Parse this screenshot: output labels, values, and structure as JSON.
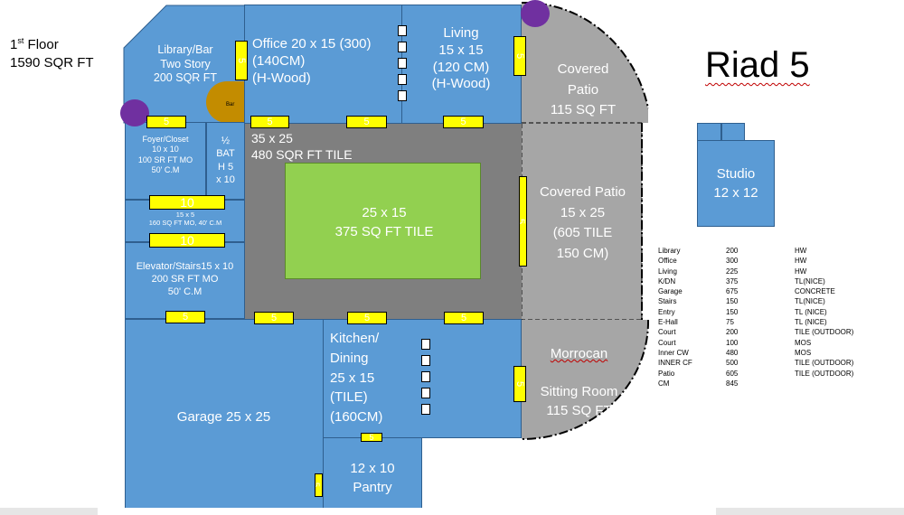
{
  "floor": {
    "line1_base": "1",
    "line1_sup": "st",
    "line1_rest": " Floor",
    "line2": "1590 SQR FT"
  },
  "title": "Riad 5",
  "rooms": {
    "library": "Library/Bar\nTwo Story\n200 SQR FT",
    "bar": "Bar",
    "office": "Office 20 x 15 (300)\n(140CM)\n(H-Wood)",
    "living": "Living\n15 x 15\n(120 CM)\n(H-Wood)",
    "covered_patio_top": "Covered\nPatio\n115 SQ FT",
    "foyer": "Foyer/Closet\n10 x 10\n100 SR FT MO\n50' C.M",
    "half_bath": "½\nBAT\nH 5\nx 10",
    "hall": "15 x 5\n160 SQ FT MO, 40' C.M",
    "courtyard": "35 x 25\n480 SQR FT TILE",
    "inner_court": "25 x 15\n375 SQ FT TILE",
    "covered_patio_right": "Covered Patio\n15 x 25\n(605 TILE\n150 CM)",
    "elevator": "Elevator/Stairs15 x 10\n200 SR FT MO\n50' C.M",
    "garage": "Garage 25 x 25",
    "kitchen": "Kitchen/\nDining\n25 x 15\n(TILE)\n(160CM)",
    "morrocan_title": "Morrocan",
    "morrocan_rest": "Sitting Room\n115 SQ FT",
    "pantry": "12 x 10\nPantry",
    "studio": "Studio\n12 x 12"
  },
  "doors": {
    "five": "5",
    "ten": "10"
  },
  "legend": {
    "names": [
      "Library",
      "Office",
      "Living",
      "K/DN",
      "Garage",
      "Stairs",
      "Entry",
      "E-Hall",
      "Court",
      "Court",
      "Inner CW",
      "INNER CF",
      "Patio",
      "CM"
    ],
    "values": [
      "200",
      "300",
      "225",
      "375",
      "675",
      "150",
      "150",
      "75",
      "200",
      "100",
      "480",
      "500",
      "605",
      "845"
    ],
    "materials": [
      "HW",
      "HW",
      "HW",
      "TL(NICE)",
      "CONCRETE",
      "TL(NICE)",
      "TL (NICE)",
      "TL (NICE)",
      "TILE (OUTDOOR)",
      "MOS",
      "MOS",
      "TILE (OUTDOOR)",
      "TILE (OUTDOOR)",
      ""
    ]
  },
  "colors": {
    "room": "#5b9bd5",
    "courtyard": "#7f7f7f",
    "inner": "#92d050",
    "patio": "#a6a6a6",
    "door": "#ffff00",
    "bar": "#c38c00",
    "marker": "#7030a0"
  }
}
